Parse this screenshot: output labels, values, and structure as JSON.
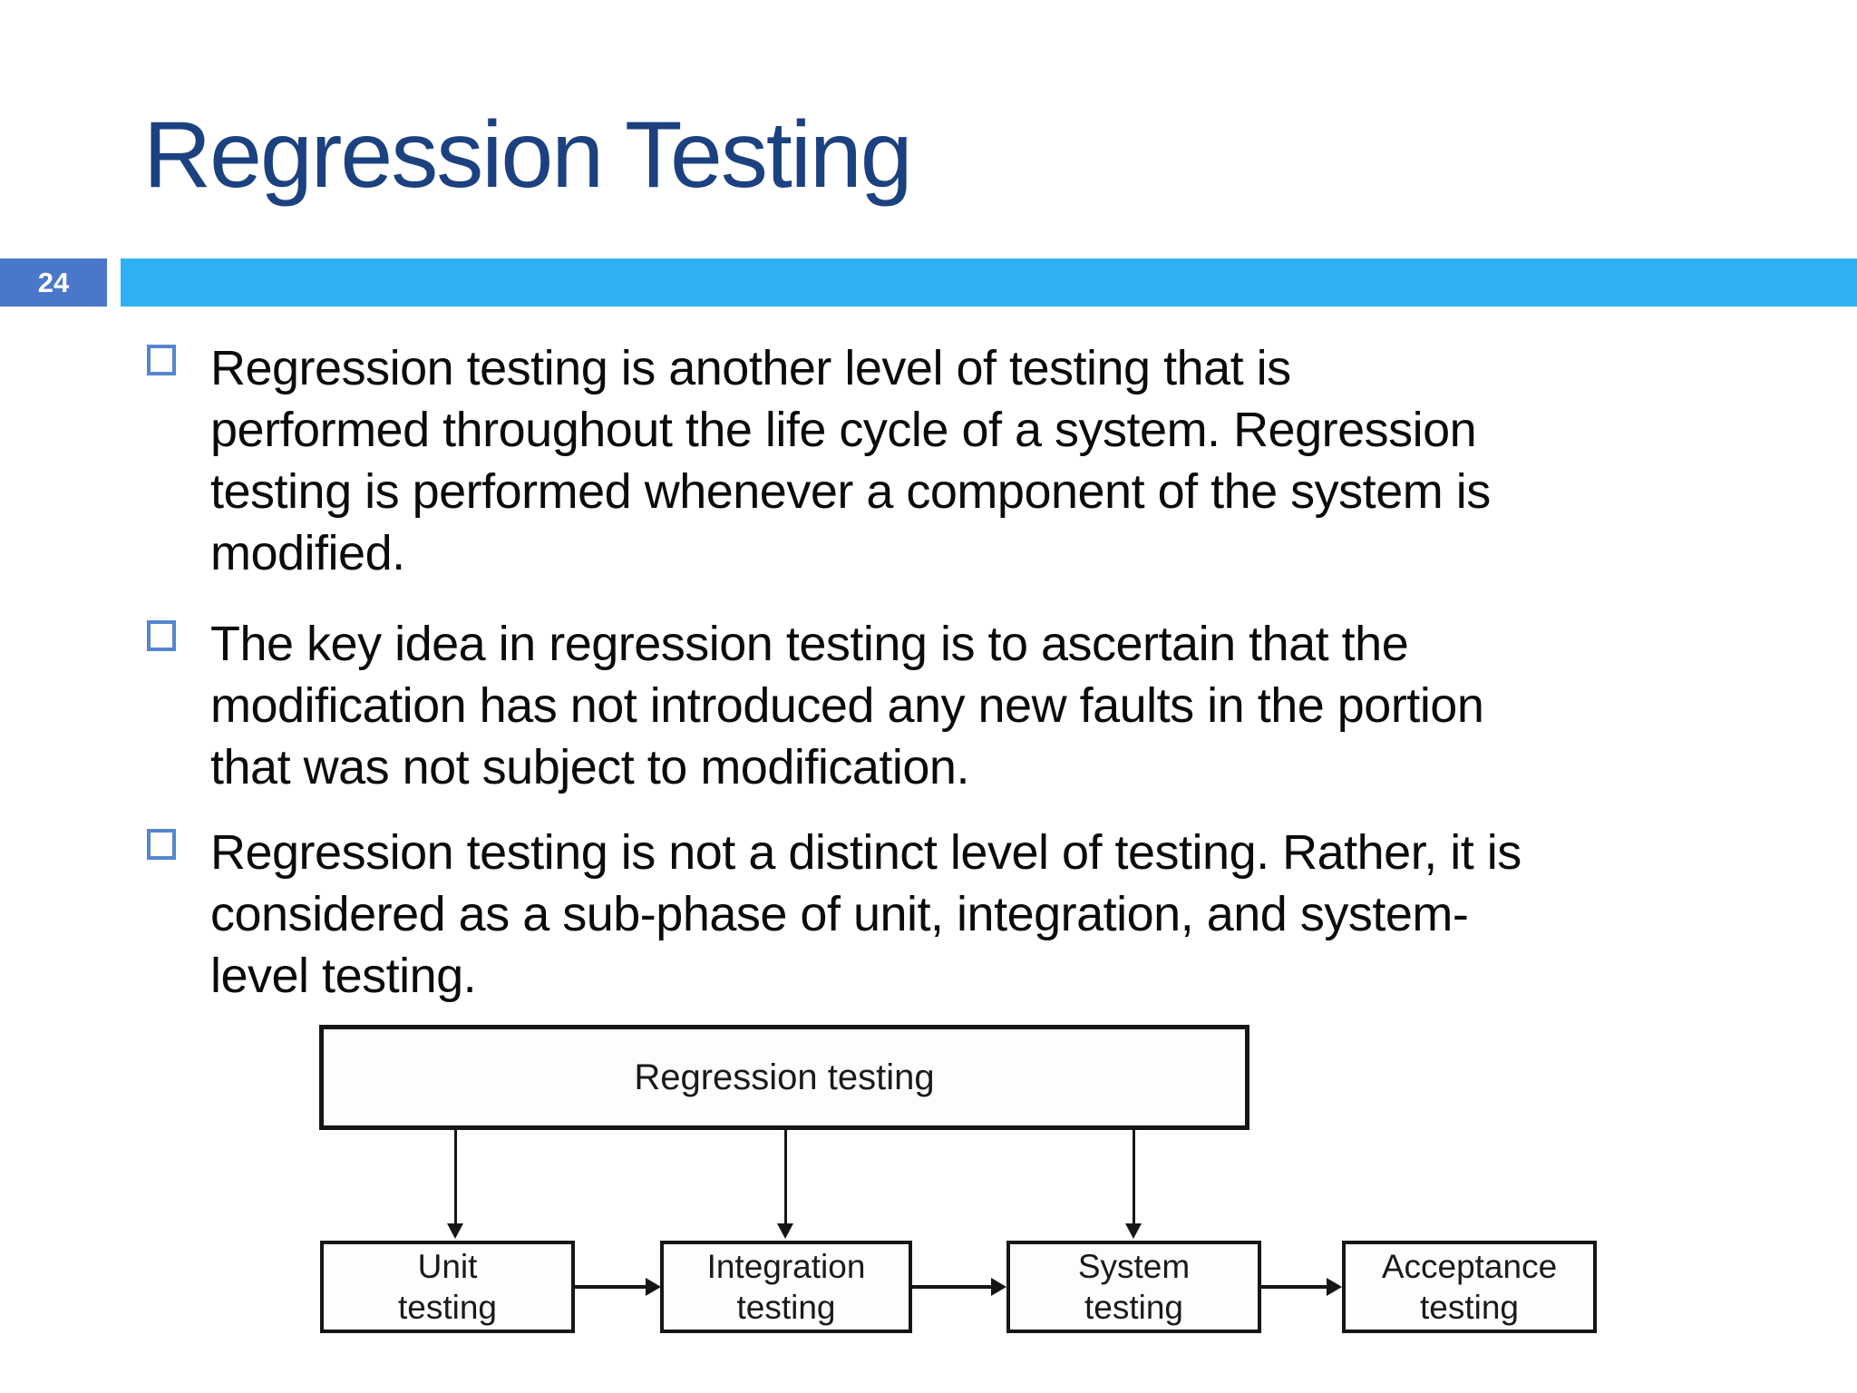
{
  "slide": {
    "title": "Regression Testing",
    "page_number": "24",
    "colors": {
      "title_color": "#1C4180",
      "page_box": "#4A77C9",
      "accent_bar": "#2EB1F3",
      "bullet_border": "#5585D0"
    },
    "bullets": [
      {
        "lines": [
          "Regression testing is another level of testing that is",
          "performed throughout the life cycle of a system. Regression",
          "testing is performed whenever a component of the system is",
          "modified."
        ]
      },
      {
        "lines": [
          "The key idea in regression testing is to ascertain that the",
          "modification has not introduced any new faults in the portion",
          "that was not subject to modification."
        ]
      },
      {
        "lines": [
          "Regression testing is not a distinct level of testing. Rather, it is",
          "considered as a sub-phase of unit, integration, and system-",
          "level testing."
        ]
      }
    ],
    "diagram": {
      "root_label": "Regression testing",
      "children": [
        {
          "line1": "Unit",
          "line2": "testing"
        },
        {
          "line1": "Integration",
          "line2": "testing"
        },
        {
          "line1": "System",
          "line2": "testing"
        },
        {
          "line1": "Acceptance",
          "line2": "testing"
        }
      ]
    }
  }
}
